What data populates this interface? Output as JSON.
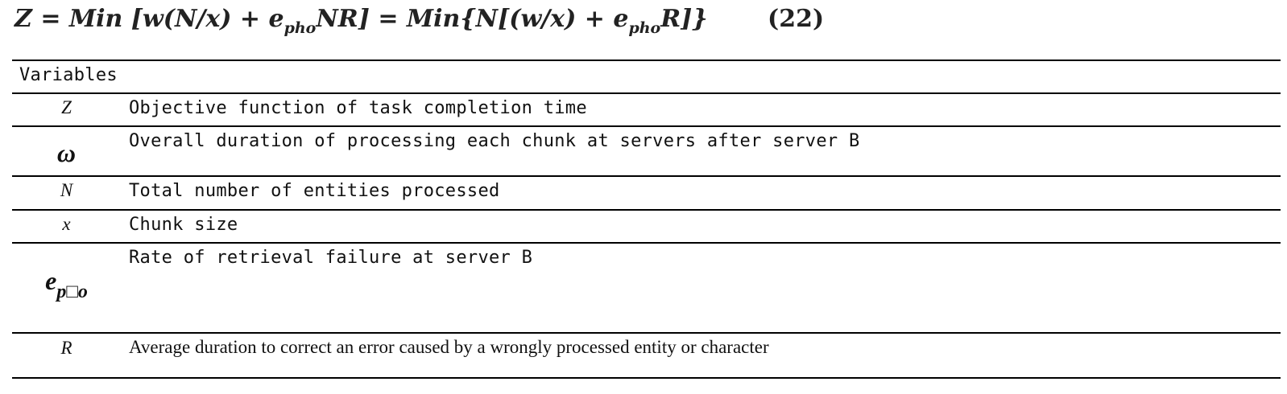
{
  "equation": {
    "text_before_sub1": "Z = Min [w(N/x) + e",
    "sub1": "pho",
    "text_after_sub1": "NR] = Min{N[(w/x) + e",
    "sub2": "pho",
    "text_after_sub2": "R]}",
    "number": "(22)"
  },
  "table": {
    "header": "Variables",
    "rows": [
      {
        "symbol": "Z",
        "description": "Objective function of task completion time"
      },
      {
        "symbol": "ω",
        "description": "Overall duration of processing each chunk at servers after server B"
      },
      {
        "symbol": "N",
        "description": "Total number of entities processed"
      },
      {
        "symbol": "x",
        "description": "Chunk size"
      },
      {
        "symbol_base": "e",
        "symbol_sub": "p□o",
        "description": "Rate of retrieval failure at server B"
      },
      {
        "symbol": "R",
        "description": "Average duration to correct an error caused by a wrongly processed entity or character"
      }
    ]
  }
}
